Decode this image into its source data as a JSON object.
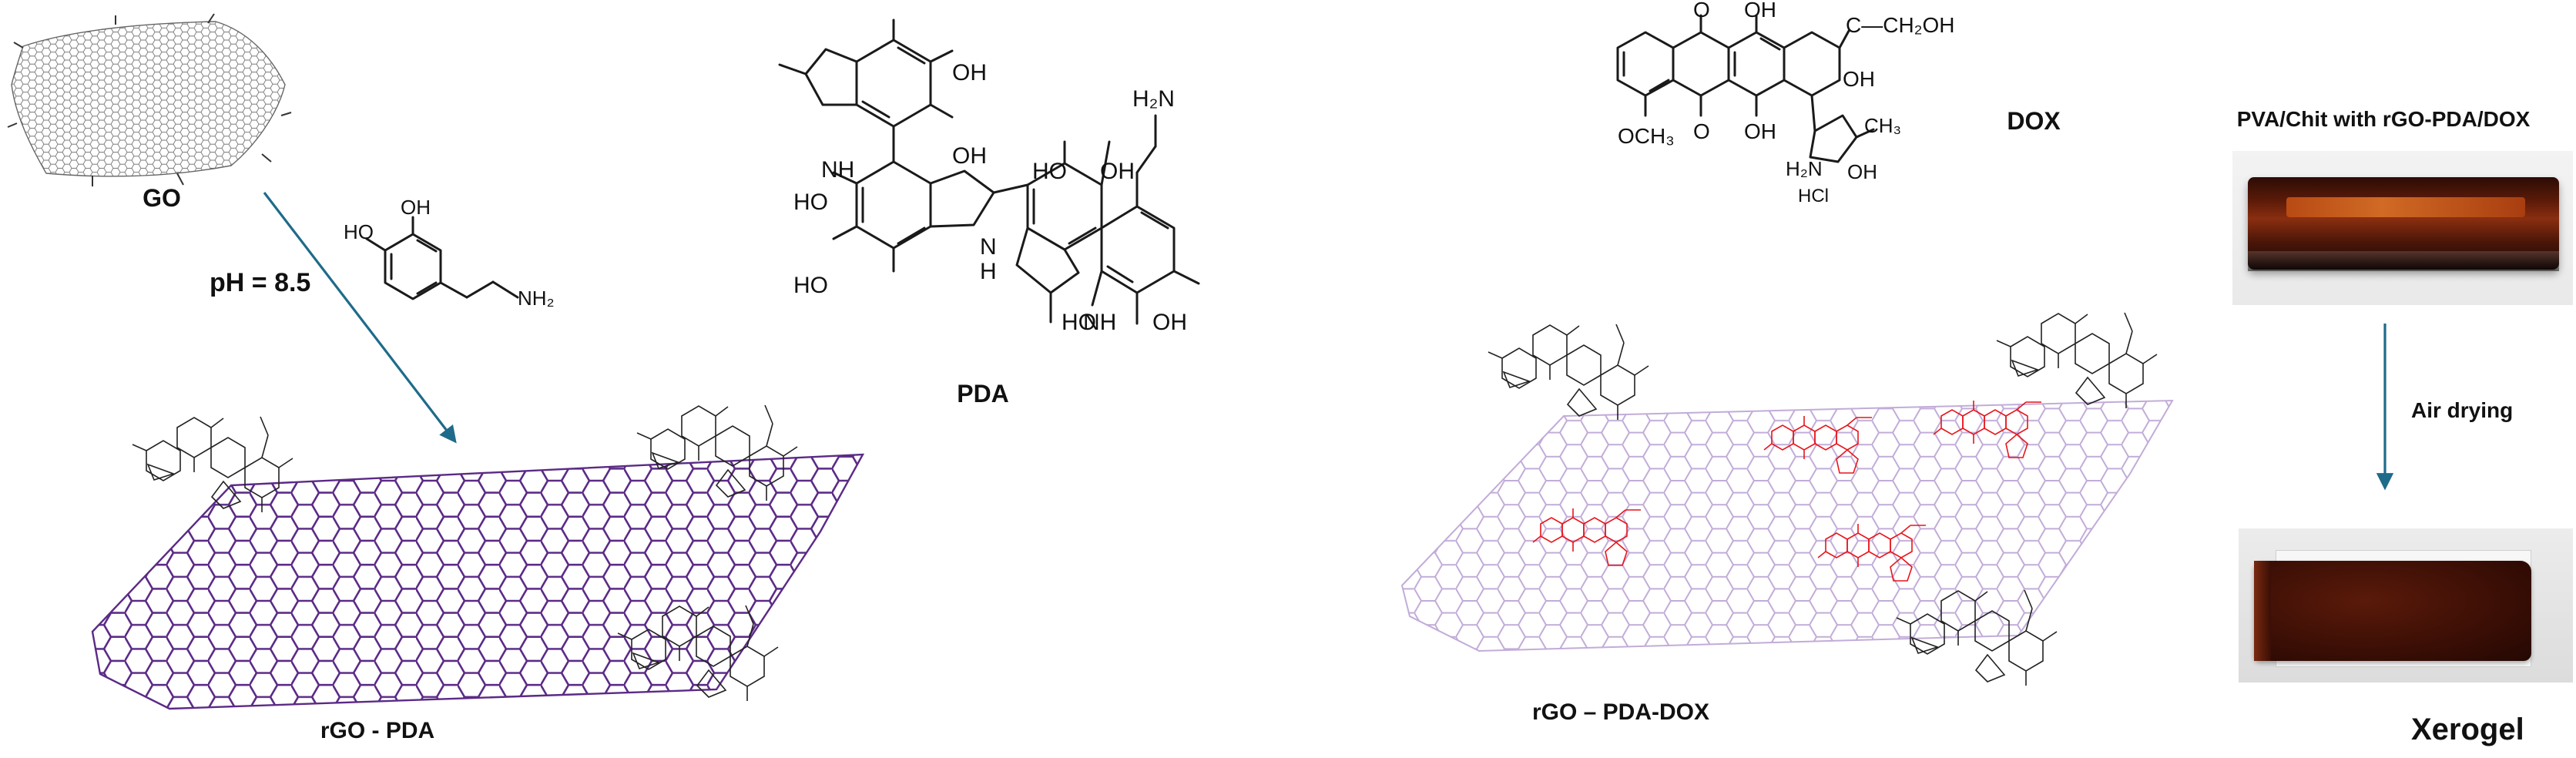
{
  "labels": {
    "go": "GO",
    "ph": "pH = 8.5",
    "pda": "PDA",
    "rgo_pda": "rGO - PDA",
    "dox": "DOX",
    "rgo_pda_dox": "rGO – PDA-DOX",
    "pva_title": "PVA/Chit with rGO-PDA/DOX",
    "air_drying": "Air drying",
    "xerogel": "Xerogel"
  },
  "chem_text": {
    "oh": "OH",
    "ho": "HO",
    "nh": "NH",
    "n": "N",
    "h": "H",
    "h2n": "H₂N",
    "nh2": "NH₂",
    "o": "O",
    "ch2oh": "C—CH₂OH",
    "och3": "OCH₃",
    "ch3": "CH₃",
    "hcl": "HCl"
  },
  "colors": {
    "sheet_purple": "#5b2a86",
    "sheet_lilac": "#c9b4dd",
    "arrow_teal": "#1e6b8a",
    "dox_red": "#e8141b",
    "gel_dark": "#4a1608",
    "gel_orange": "#b84a14"
  }
}
